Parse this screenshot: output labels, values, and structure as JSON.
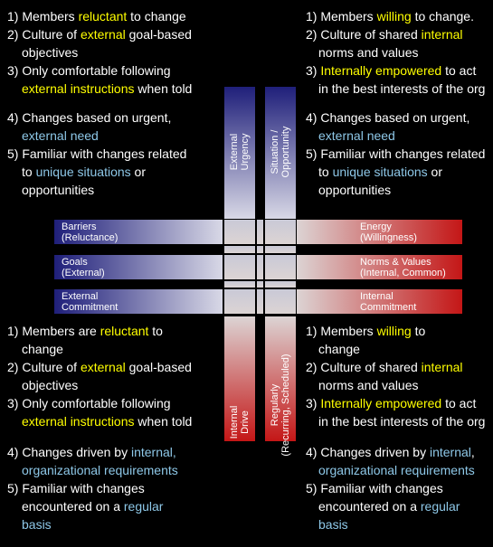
{
  "top_left": [
    [
      "1) Members ",
      "reluctant",
      " to change"
    ],
    [
      "2) Culture of ",
      "external",
      " goal-based"
    ],
    [
      "objectives"
    ],
    [
      "3) Only comfortable following"
    ],
    [
      "",
      "external instructions",
      " when told"
    ],
    [
      "4) Changes based on urgent,"
    ],
    [
      "",
      "external need",
      ""
    ],
    [
      "5) Familiar with changes related"
    ],
    [
      "to ",
      "unique situations",
      " or"
    ],
    [
      "opportunities"
    ]
  ],
  "top_right": [
    [
      "1) Members ",
      "willing",
      " to change."
    ],
    [
      "2) Culture of shared ",
      "internal",
      ""
    ],
    [
      "norms and values"
    ],
    [
      "3) ",
      "Internally empowered",
      " to act"
    ],
    [
      "in the best interests of the org"
    ],
    [
      "4) Changes based on urgent,"
    ],
    [
      "",
      "external need",
      ""
    ],
    [
      "5) Familiar with changes related"
    ],
    [
      "to ",
      "unique situations",
      " or"
    ],
    [
      "opportunities"
    ]
  ],
  "bottom_left": [
    [
      "1) Members are ",
      "reluctant",
      " to"
    ],
    [
      "change"
    ],
    [
      "2) Culture of ",
      "external",
      " goal-based"
    ],
    [
      "objectives"
    ],
    [
      "3) Only comfortable following"
    ],
    [
      "",
      "external instructions",
      " when told"
    ],
    [
      "4) Changes driven by ",
      "internal,",
      ""
    ],
    [
      "",
      "organizational requirements",
      ""
    ],
    [
      "5) Familiar with changes"
    ],
    [
      "encountered on a ",
      "regular",
      ""
    ],
    [
      "",
      "basis",
      ""
    ]
  ],
  "bottom_right": [
    [
      "1) Members ",
      "willing",
      " to"
    ],
    [
      "change"
    ],
    [
      "2) Culture of shared ",
      "internal",
      ""
    ],
    [
      "norms and values"
    ],
    [
      "3) ",
      "Internally empowered",
      " to act"
    ],
    [
      "in the best interests of the org"
    ],
    [
      "4) Changes driven by ",
      "internal",
      ","
    ],
    [
      "",
      "organizational requirements",
      ""
    ],
    [
      "5) Familiar with changes"
    ],
    [
      "encountered on a ",
      "regular",
      ""
    ],
    [
      "",
      "basis",
      ""
    ]
  ],
  "bars": {
    "external_urgency": "External\nUrgency",
    "situation_opportunity": "Situation /\nOpportunity",
    "internal_drive": "Internal\nDrive",
    "regularly": "Regularly\n(Recurring, Scheduled)",
    "barriers": "Barriers\n(Reluctance)",
    "goals": "Goals\n(External)",
    "external_commitment": "External\nCommitment",
    "energy": "Energy\n(Willingness)",
    "norms_values": "Norms & Values\n(Internal, Common)",
    "internal_commitment": "Internal\nCommitment"
  },
  "colors": {
    "highlight_yellow": "#ffff00",
    "highlight_blue": "#8ec8e8",
    "navy": "#1f1f7a",
    "crimson": "#c41616"
  }
}
